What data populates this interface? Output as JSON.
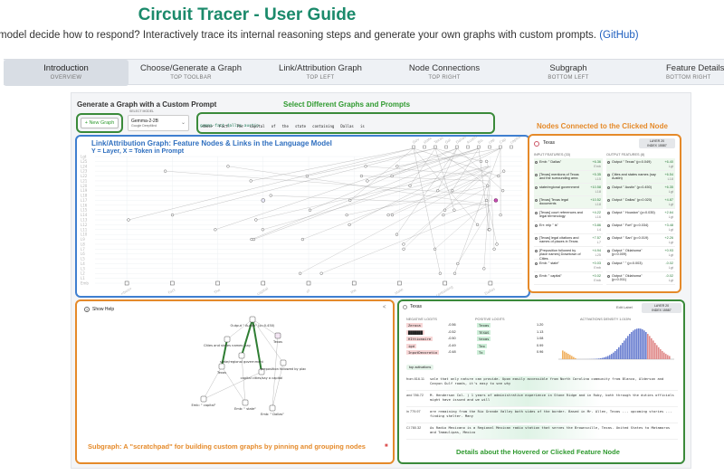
{
  "header": {
    "title": "Circuit Tracer - User Guide",
    "subtitle_text": "model decide how to respond? Interactively trace its internal reasoning steps and generate your own graphs with custom prompts.",
    "subtitle_link": "(GitHub)"
  },
  "tabs": [
    {
      "label": "Introduction",
      "sub": "OVERVIEW"
    },
    {
      "label": "Choose/Generate a Graph",
      "sub": "TOP TOOLBAR"
    },
    {
      "label": "Link/Attribution Graph",
      "sub": "TOP LEFT"
    },
    {
      "label": "Node Connections",
      "sub": "TOP RIGHT"
    },
    {
      "label": "Subgraph",
      "sub": "BOTTOM LEFT"
    },
    {
      "label": "Feature Details",
      "sub": "BOTTOM RIGHT"
    }
  ],
  "screenshot": {
    "generate_title": "Generate a Graph with a Custom Prompt",
    "select_model_label": "SELECT MODEL",
    "new_graph_label": "+ New Graph",
    "model_name": "Gemma-2-2B",
    "model_sub": "Google DeepMind",
    "graph_id": "gemma-fact-dallas-austin",
    "prompt_tokens": [
      "<bos>",
      "Fact:",
      "The",
      "capital",
      "of",
      "the",
      "state",
      "containing",
      "Dallas",
      "is"
    ],
    "callouts": {
      "select_graphs": "Select Different Graphs and Prompts",
      "nodes_connected": "Nodes Connected to the Clicked Node",
      "link_graph_title": "Link/Attribution Graph: Feature Nodes & Links in the Language Model",
      "link_graph_sub": "Y = Layer, X = Token in Prompt",
      "subgraph": "Subgraph: A \"scratchpad\" for building custom graphs by pinning and grouping nodes",
      "details": "Details about the Hovered or Clicked Feature Node"
    },
    "layer_labels": [
      "Lgt",
      "L25",
      "L24",
      "L23",
      "L22",
      "L21",
      "L20",
      "L19",
      "L18",
      "L17",
      "L16",
      "L15",
      "L14",
      "L13",
      "L12",
      "L11",
      "L10",
      "L9",
      "L8",
      "L7",
      "L6",
      "L5",
      "L4",
      "L3",
      "L2",
      "L1",
      "Emb"
    ],
    "x_tokens": [
      "<bos>",
      "Fact",
      "The",
      "capital",
      "of",
      "the",
      "state",
      "containing",
      "Dallas"
    ],
    "top_tokens": [
      "Gov",
      "state",
      "Texas",
      "Gal",
      "Dallas",
      "Austin",
      "Bis",
      "cap",
      "Cap",
      "capital"
    ],
    "node_panel": {
      "title": "Texas",
      "layer_badge": "LAYER 20",
      "index_badge": "INDEX 15587",
      "input_header": "INPUT FEATURES (33)",
      "output_header": "OUTPUT FEATURES (8)",
      "inputs": [
        {
          "label": "Emb: \" Dallas\"",
          "value": "+6.36",
          "layer": "Emb"
        },
        {
          "label": "[Texas] mentions of Texas and the surrounding area",
          "value": "+5.35",
          "layer": "L15"
        },
        {
          "label": "state/regional government",
          "value": "+10.58",
          "layer": "L18"
        },
        {
          "label": "[Texas] Texas legal documents",
          "value": "+10.52",
          "layer": "L18"
        },
        {
          "label": "[Texas] court references and legal terminology",
          "value": "+4.22",
          "layer": "L16"
        },
        {
          "label": "Err: mlp \" is\"",
          "value": "+3.86",
          "layer": "L4"
        },
        {
          "label": "[Texas] legal citations and names of places in Texas",
          "value": "+7.57",
          "layer": "L7"
        },
        {
          "label": "[Preposition followed by place names] Downtown of Cities",
          "value": "+4.94",
          "layer": "L25"
        },
        {
          "label": "Emb: \" state\"",
          "value": "+0.03",
          "layer": "Emb"
        },
        {
          "label": "Emb: \" capital\"",
          "value": "+0.02",
          "layer": "Emb"
        }
      ],
      "outputs": [
        {
          "label": "Output \" Texas\" (p=0.049)",
          "value": "+6.40",
          "layer": "Lgt"
        },
        {
          "label": "Cities and states names (say Austin)",
          "value": "+6.54",
          "layer": "L18"
        },
        {
          "label": "Output \" Austin\" (p=0.450)",
          "value": "+6.35",
          "layer": "Lgt"
        },
        {
          "label": "Output \" Dallas\" (p=0.020)",
          "value": "+4.87",
          "layer": "Lgt"
        },
        {
          "label": "Output \" Houston\" (p=0.035)",
          "value": "+2.64",
          "layer": "Lgt"
        },
        {
          "label": "Output \" Fort\" (p=0.034)",
          "value": "+3.48",
          "layer": "Lgt"
        },
        {
          "label": "Output \" San\" (p=0.019)",
          "value": "+2.26",
          "layer": "Lgt"
        },
        {
          "label": "Output \" Oklahoma\" (p=0.009)",
          "value": "+0.93",
          "layer": "Lgt"
        },
        {
          "label": "Output \" \" (p=0.003)",
          "value": "-0.02",
          "layer": "Lgt"
        },
        {
          "label": "Output \" Oklahoma\" (p=0.011)",
          "value": "-0.02",
          "layer": "Lgt"
        }
      ]
    },
    "subgraph": {
      "show_help": "Show Help",
      "nodes": [
        "Output \" Austin\" (p=0.450)",
        "Cities and states names (say Austin)",
        "Texas",
        "state/regional government",
        "capital cities/say a capital city",
        "preposition followed by place names",
        "Texas",
        "Emb: \" capital\"",
        "Emb: \" state\"",
        "Emb: \" Dallas\""
      ]
    },
    "details": {
      "title": "Texas",
      "edit_label": "Edit Label",
      "layer_badge": "LAYER 20",
      "index_badge": "INDEX 15587",
      "neg_header": "NEGATIVE LOGITS",
      "pos_header": "POSITIVE LOGITS",
      "activation_title": "ACTIVATIONS DENSITY 1.015%",
      "neg_logits": [
        {
          "token": "Zeroca",
          "value": "-0.56"
        },
        {
          "token": "███████",
          "value": "-0.52"
        },
        {
          "token": "HIttionaire",
          "value": "-0.50"
        },
        {
          "token": "igd",
          "value": "-0.49"
        },
        {
          "token": "InputDecoratio",
          "value": "-0.48"
        }
      ],
      "pos_logits": [
        {
          "token": "Texas",
          "value": "1.20"
        },
        {
          "token": "TEXAS",
          "value": "1.13"
        },
        {
          "token": "texas",
          "value": "1.08"
        },
        {
          "token": "Tex",
          "value": "0.99"
        },
        {
          "token": "Tx",
          "value": "0.96"
        }
      ],
      "examples_label": "top activations",
      "examples": [
        {
          "score": "from 816.11",
          "text": "sale that only nature can provide. Upon easily accessible from North Carolina community from Blanco, Alderson and Canyon Gulf roads, it's easy to see why"
        },
        {
          "score": "and 786.72",
          "text": "M.  Henderson Col. ) 1 years of administrative experience in Stone Ridge and in Ruby, both through the duties officials might have issued and we will"
        },
        {
          "score": "in 779.97",
          "text": "are remaining from the Rio Grande Valley both sides of the border. Based in Mr. Allen, Texas ... upcoming stories ... finding shelter. Many"
        },
        {
          "score": "Cl 780.32",
          "text": "As Radio Mexicano is a Regional Mexican radio station that serves the Brownsville, Texas. United States to Matamoros and Tamaulipas, Mexico"
        }
      ]
    }
  }
}
